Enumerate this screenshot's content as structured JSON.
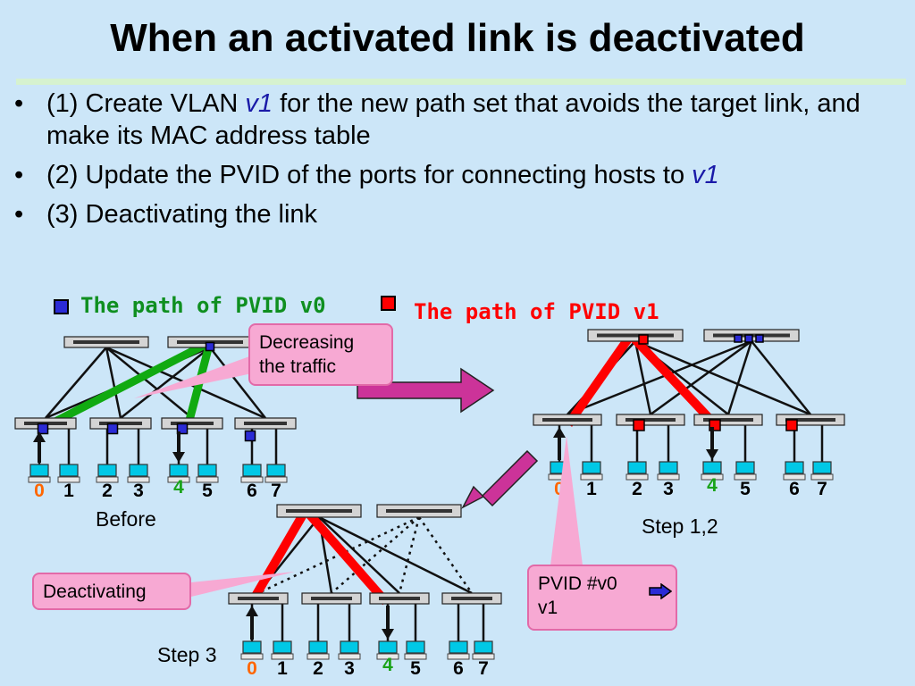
{
  "title": "When an activated link is deactivated",
  "bullets": [
    {
      "prefix": "(1) Create VLAN ",
      "vlan": "v1",
      "suffix": " for the new path set that avoids the target link, and make its MAC address table"
    },
    {
      "prefix": "(2) Update the PVID of the ports for connecting hosts to ",
      "vlan": "v1",
      "suffix": ""
    },
    {
      "prefix": "(3) Deactivating the link",
      "vlan": "",
      "suffix": ""
    }
  ],
  "legend": {
    "v0": {
      "text": "The path of PVID v0",
      "color": "#0f8f20",
      "marker_color": "#2b2bd6"
    },
    "v1": {
      "text": "The path of PVID v1",
      "color": "#ff0000",
      "marker_color": "#ff0000"
    }
  },
  "callouts": {
    "decreasing": "Decreasing the traffic",
    "deactivating": "Deactivating",
    "pvid_line1": "PVID #v0",
    "pvid_line2": "v1"
  },
  "labels": {
    "before": "Before",
    "step12": "Step 1,2",
    "step3": "Step 3"
  },
  "host_numbers": [
    "0",
    "1",
    "2",
    "3",
    "4",
    "5",
    "6",
    "7"
  ],
  "host_number_colors": {
    "source": "#ff6600",
    "dest": "#1aa31a",
    "normal": "#000000"
  },
  "colors": {
    "green_path": "#11aa11",
    "red_path": "#ff0000",
    "arrow": "#cc3399"
  }
}
